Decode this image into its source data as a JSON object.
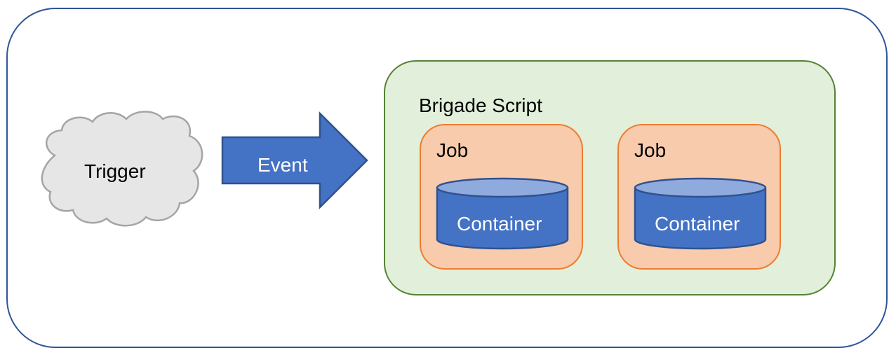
{
  "diagram": {
    "trigger": {
      "label": "Trigger",
      "shape": "cloud",
      "fill": "#e7e6e6",
      "stroke": "#a5a5a5"
    },
    "event": {
      "label": "Event",
      "shape": "right-arrow",
      "fill": "#4472c4",
      "stroke": "#2f528f"
    },
    "script": {
      "label": "Brigade Script",
      "fill": "#e2efda",
      "stroke": "#548235",
      "jobs": [
        {
          "label": "Job",
          "container": {
            "label": "Container"
          }
        },
        {
          "label": "Job",
          "container": {
            "label": "Container"
          }
        }
      ]
    },
    "colors": {
      "outer_border": "#2f5597",
      "job_fill": "#f8cbad",
      "job_stroke": "#ed7d31",
      "container_body": "#4472c4",
      "container_top": "#8faadc",
      "container_stroke": "#2f528f"
    }
  }
}
